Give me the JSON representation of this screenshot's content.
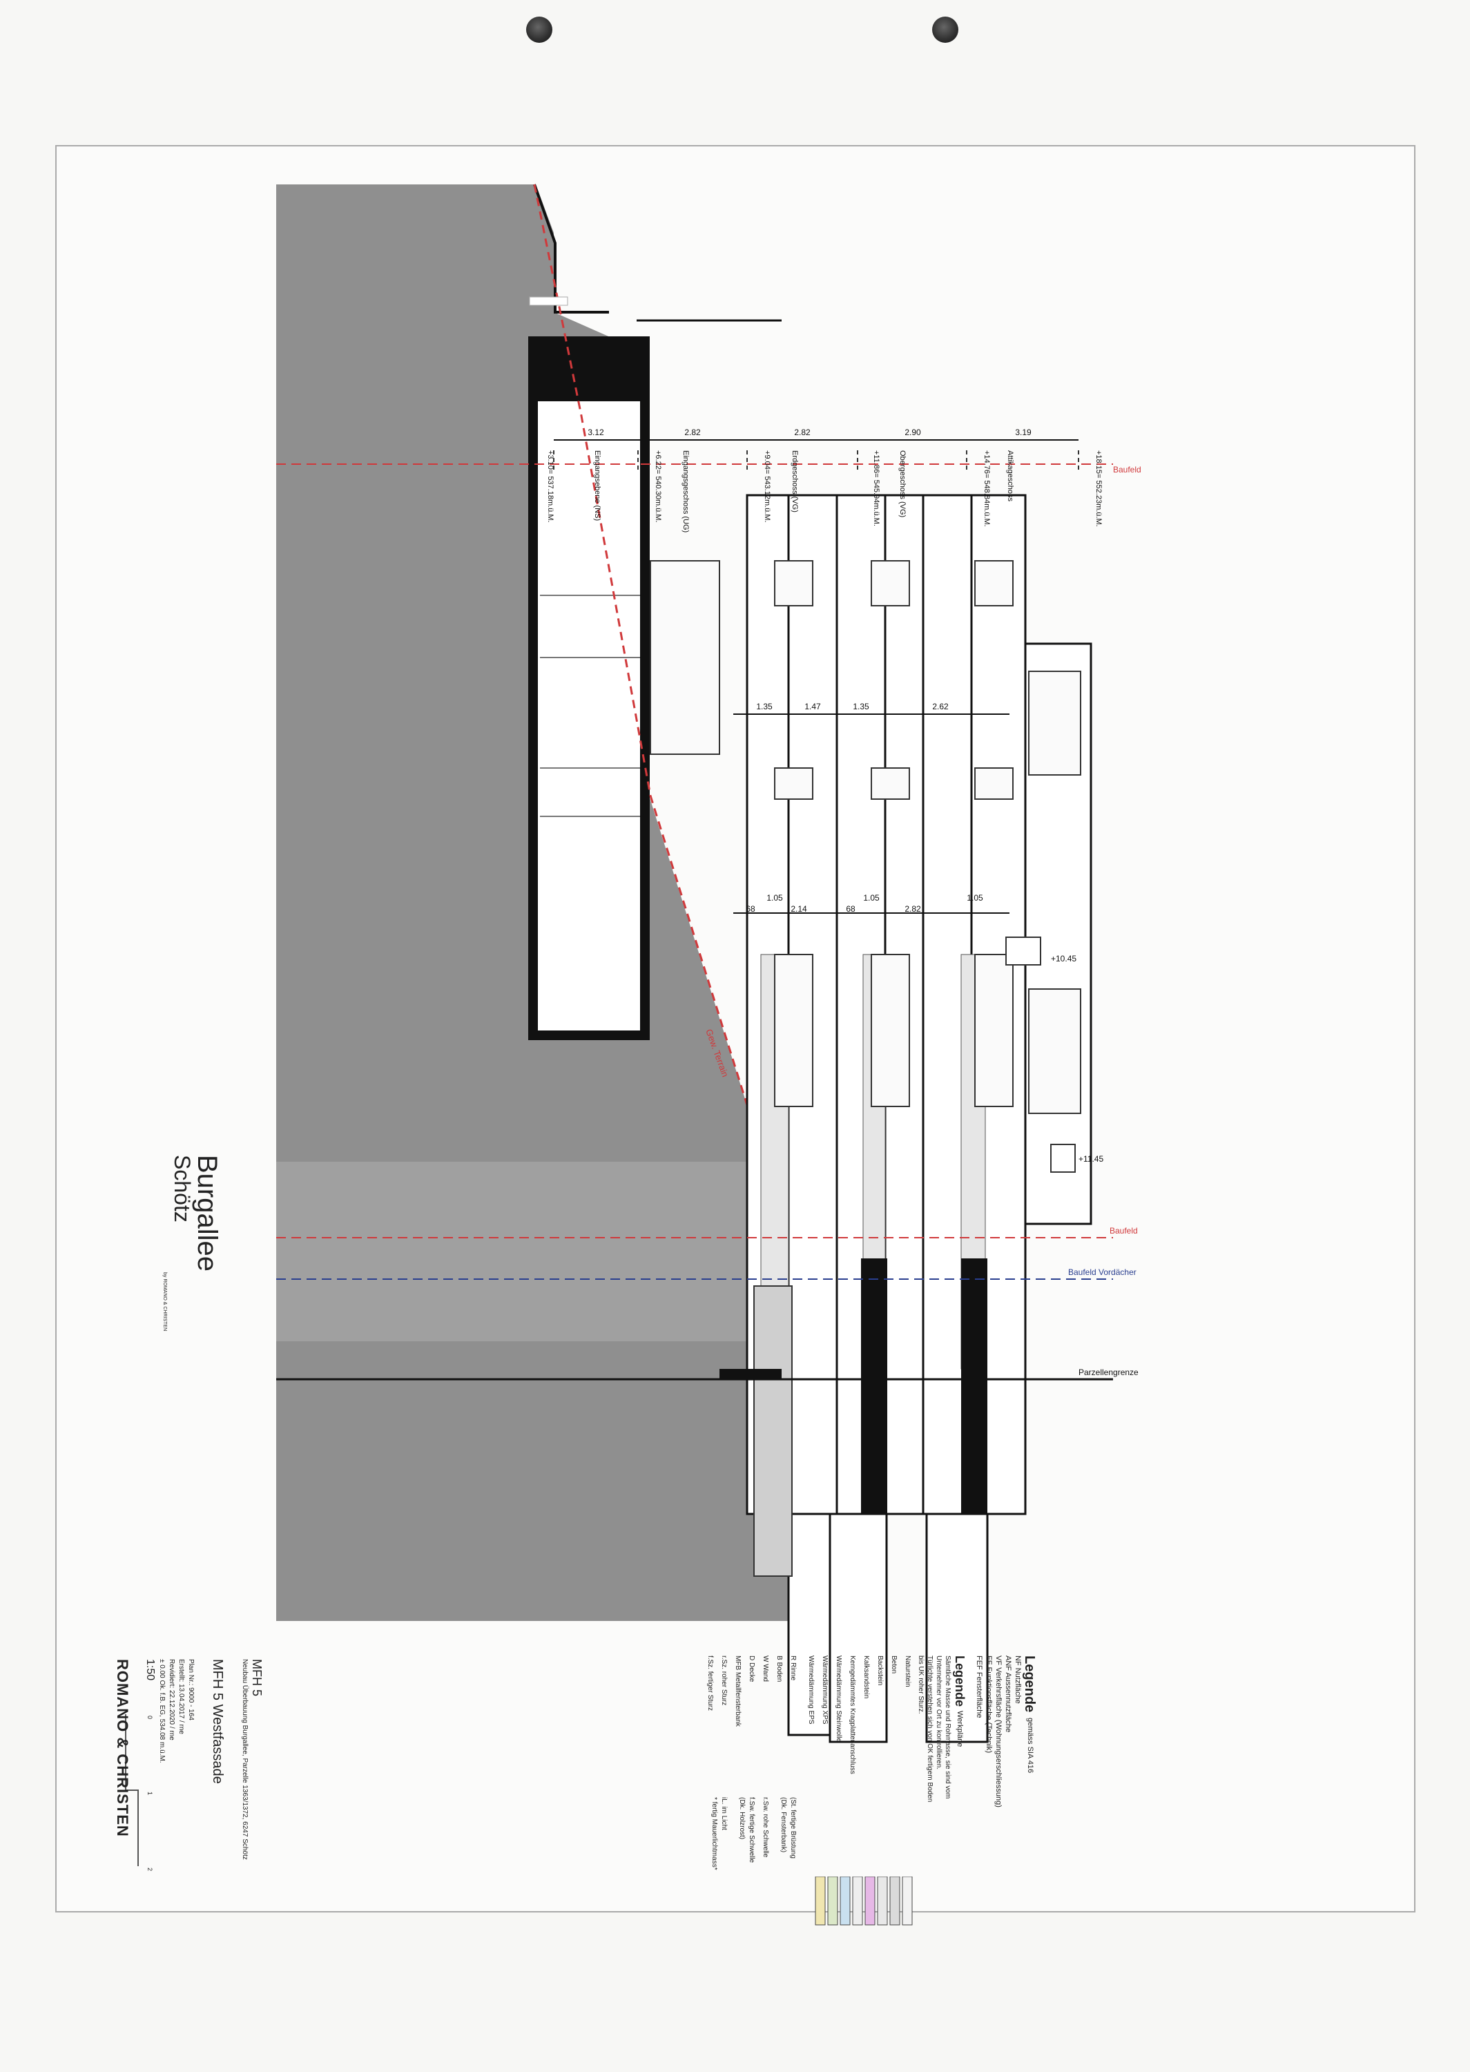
{
  "sheet": {
    "paper_color": "#f7f7f5",
    "line_color": "#111111",
    "fill_color": "#8e8e8e",
    "red_line": "#d0393b",
    "blue_line": "#2a3f8f"
  },
  "drawing": {
    "top_dims": [
      "3.12",
      "2.82",
      "2.82",
      "2.90",
      "3.19"
    ],
    "levels": [
      {
        "elev": "+3.10= 537.18m.ü.M.",
        "name": "Eingangsebene (NS)"
      },
      {
        "elev": "+6.22= 540.30m.ü.M.",
        "name": "Eingangsgeschoss (UG)"
      },
      {
        "elev": "+9.04= 543.12m.ü.M.",
        "name": "Erdgeschoss (VG)"
      },
      {
        "elev": "+11.86= 545.94m.ü.M.",
        "name": "Obergeschoss (VG)"
      },
      {
        "elev": "+14.76= 548.84m.ü.M.",
        "name": "Attikageschoss"
      },
      {
        "elev": "+18.15= 552.23m.ü.M.",
        "name": ""
      }
    ],
    "mid_dims": [
      "1.35",
      "1.47",
      "1.35",
      "2.62"
    ],
    "lower_dims": [
      "1.05",
      "1.05",
      "1.05",
      "68",
      "2.14",
      "68",
      "2.82"
    ],
    "side_marks": [
      "+10.45",
      "+11.45"
    ],
    "labels": {
      "baufeld_top": "Baufeld",
      "baufeld": "Baufeld",
      "baufeld_vordaecher": "Baufeld Vordächer",
      "parzellengrenze": "Parzellengrenze",
      "terrain": "Gew. Terrain"
    }
  },
  "project": {
    "name": "Burgallee",
    "place": "Schötz",
    "byline": "by ROMANO & CHRISTEN"
  },
  "legend": {
    "title": "Legende",
    "subtitle": "gemäss SIA 416",
    "abbr": [
      "NF Nutzfläche",
      "ANF Aussennutzfläche",
      "VF Verkehrsfläche (Wohnungserschliessung)",
      "FF Funktionsfläche (Technik)",
      "FEF Fensterfläche"
    ],
    "title2": "Legende",
    "subtitle2": "Werkpläne",
    "notes": [
      "Sämtliche Masse und Rohmasse, sie sind vom",
      "Unternehmer vor Ort zu kontrollieren.",
      "Türlichte verstehen sich von OK fertigem Boden",
      "bis UK roher Sturz."
    ],
    "materials": [
      "Naturstein",
      "Beton",
      "Backstein",
      "Kalksandstein",
      "Kerngedämmtes Kragplattenanschluss",
      "Wärmedämmung Steinwolle",
      "Wärmedämmung XPS",
      "Wärmedämmung EPS"
    ],
    "codes": [
      "R Rinne",
      "B Boden",
      "W Wand",
      "D Decke",
      "MFB Metallfensterbank",
      "r.Sz. roher Sturz",
      "f.Sz. fertiger Sturz"
    ],
    "codes2": [
      "(St. fertige Brüstung",
      "(Dk. Fensterbank)",
      "r.Sw. rohe Schwelle",
      "f.Sw. fertige Schwelle",
      "(Dk. Holzrost)",
      "iL. im Licht",
      "* fertig Mauerlichtmass*"
    ]
  },
  "title_block": {
    "building": "MFH 5",
    "project_line": "Neubau Überbauung Burgallee, Parzelle 1363/1372, 6247 Schötz",
    "sheet_name": "MFH 5 Westfassade",
    "plan_nr": "Plan Nr.: 9000 - 164",
    "created": "Erstellt: 13.04.2017 / rne",
    "revised": "Revidiert: 22.12.2020 / rne",
    "datum": "± 0.00 Ok. f.B. EG, 534.08 m.ü.M.",
    "scale": "1:50",
    "scale_ticks": [
      "0",
      "1",
      "2"
    ],
    "company": "ROMANO & CHRISTEN"
  }
}
